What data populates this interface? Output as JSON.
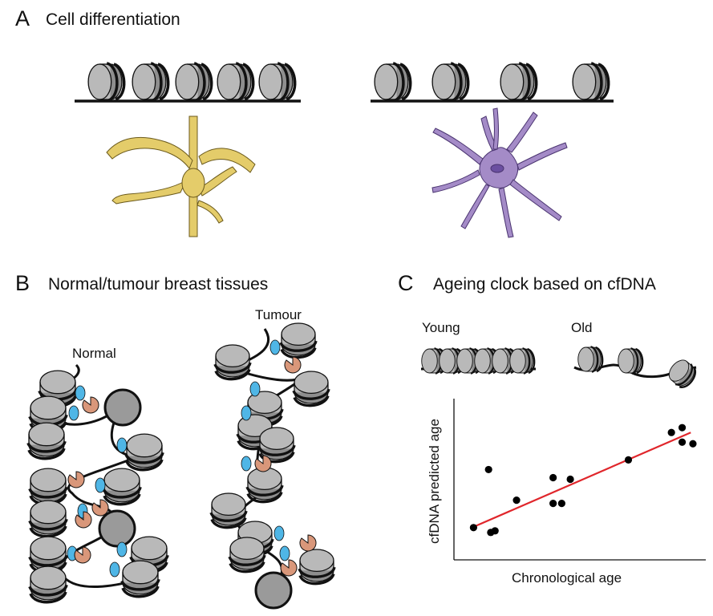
{
  "panelA": {
    "letter": "A",
    "title": "Cell differentiation"
  },
  "panelB": {
    "letter": "B",
    "title": "Normal/tumour breast tissues",
    "label_normal": "Normal",
    "label_tumour": "Tumour"
  },
  "panelC": {
    "letter": "C",
    "title": "Ageing clock based on cfDNA",
    "label_young": "Young",
    "label_old": "Old"
  },
  "colors": {
    "nucleosome": "#b9b9b9",
    "dna": "#111111",
    "nerve_cell": "#e4cc6a",
    "neuron": "#a48bc7",
    "blue_marker": "#4fb6e6",
    "orange_marker": "#d9977a",
    "fit_line": "#e0262b"
  },
  "chart_data": {
    "type": "scatter",
    "title": "",
    "xlabel": "Chronological age",
    "ylabel": "cfDNA predicted age",
    "xlim": [
      0,
      100
    ],
    "ylim": [
      0,
      100
    ],
    "grid": false,
    "series": [
      {
        "values": [
          [
            5,
            21
          ],
          [
            13,
            18
          ],
          [
            15,
            19
          ],
          [
            12,
            57
          ],
          [
            25,
            38
          ],
          [
            42,
            36
          ],
          [
            46,
            36
          ],
          [
            42,
            52
          ],
          [
            50,
            51
          ],
          [
            77,
            63
          ],
          [
            97,
            80
          ],
          [
            102,
            83
          ],
          [
            102,
            74
          ],
          [
            107,
            73
          ]
        ]
      }
    ],
    "fit_line": {
      "x": [
        6,
        106
      ],
      "y": [
        22,
        80
      ]
    }
  }
}
